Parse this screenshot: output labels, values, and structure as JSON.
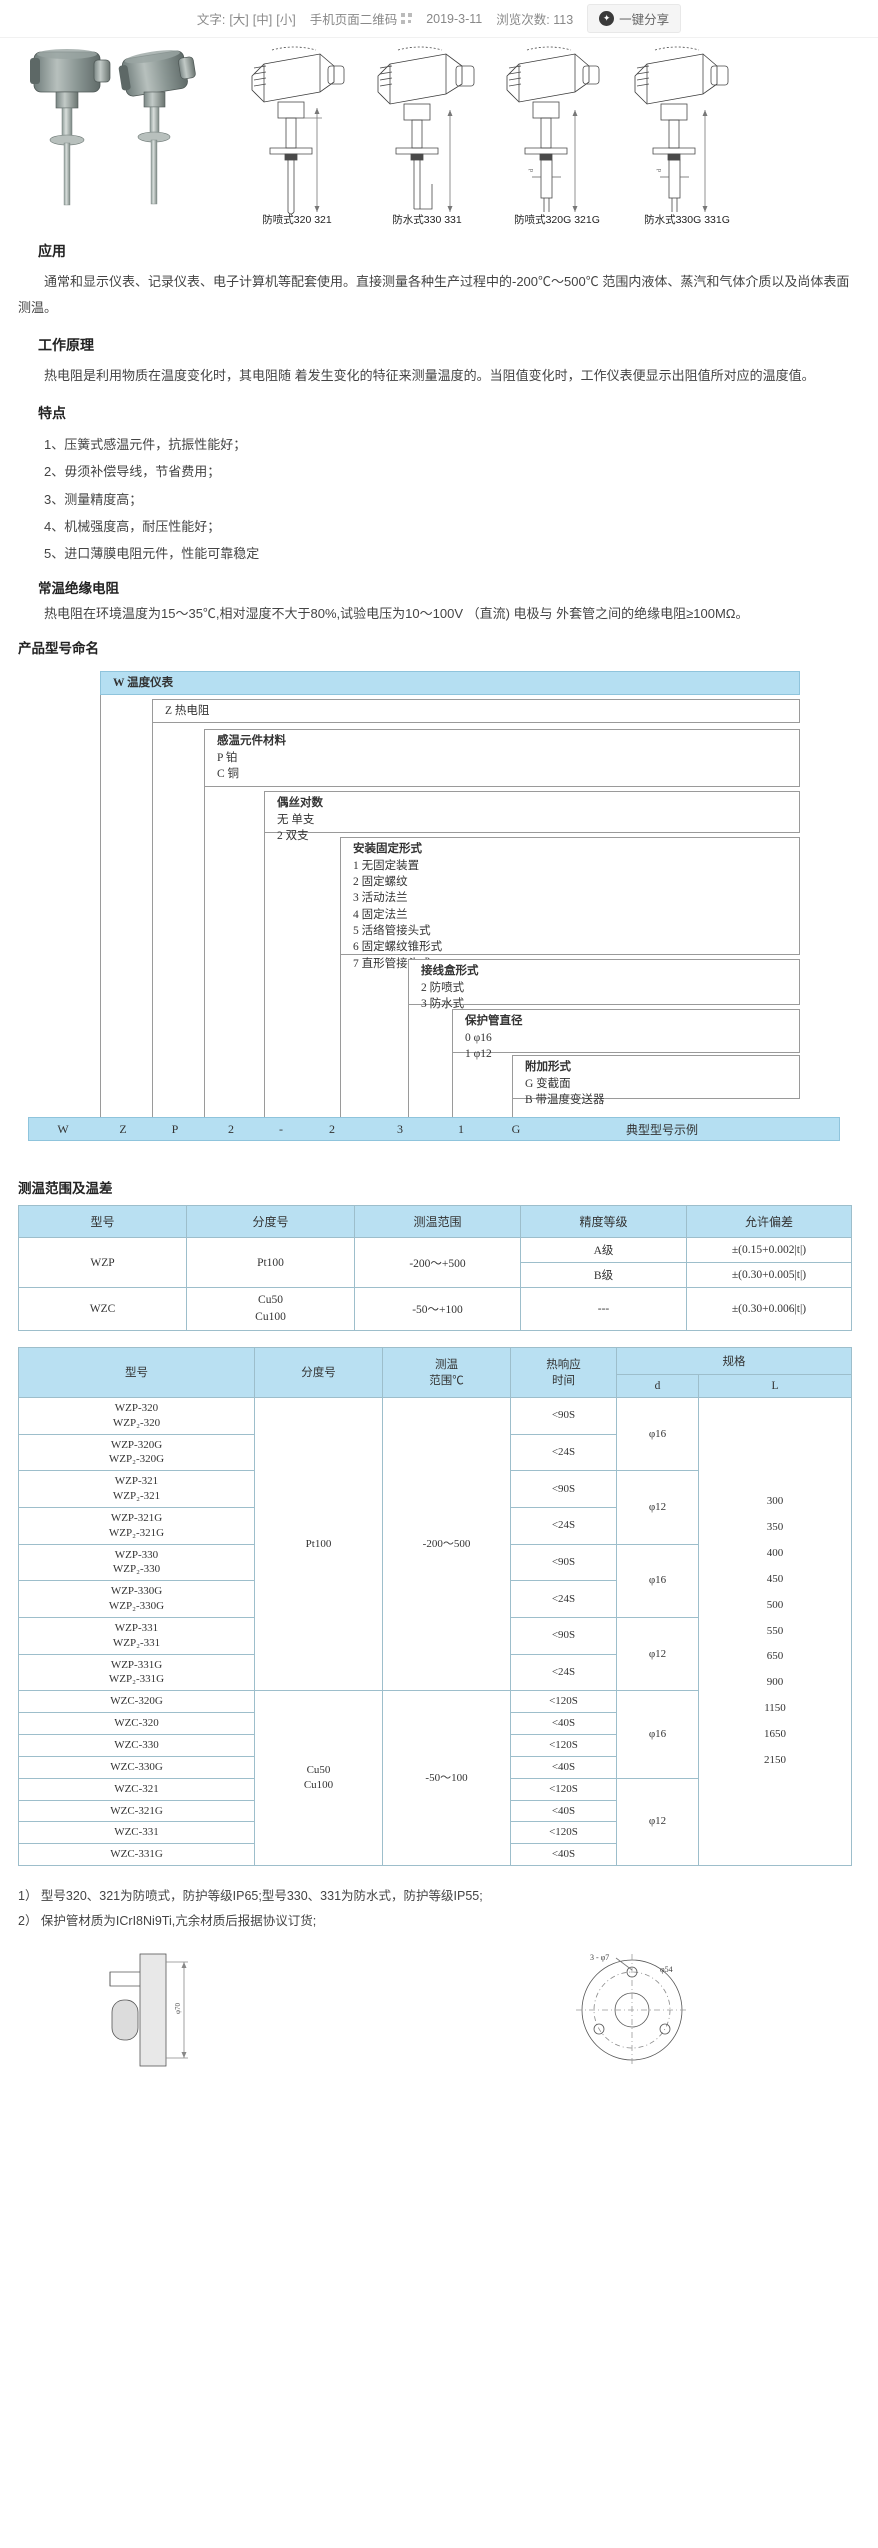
{
  "toolbar": {
    "font_label": "文字:",
    "size_large": "[大]",
    "size_medium": "[中]",
    "size_small": "[小]",
    "qr_label": "手机页面二维码",
    "date": "2019-3-11",
    "views_label": "浏览次数: 113",
    "share_label": "一键分享",
    "share_badge": "✦"
  },
  "images": {
    "captions": [
      "防喷式320 321",
      "防水式330 331",
      "防喷式320G 321G",
      "防水式330G 331G"
    ]
  },
  "sections": {
    "application_title": "应用",
    "application_text": "通常和显示仪表、记录仪表、电子计算机等配套使用。直接测量各种生产过程中的-200℃～500℃ 范围内液体、蒸汽和气体介质以及尚体表面测温。",
    "principle_title": "工作原理",
    "principle_text": "热电阻是利用物质在温度变化时，其电阻随 着发生变化的特征来测量温度的。当阻值变化时，工作仪表便显示出阻值所对应的温度值。",
    "features_title": "特点",
    "features": [
      "1、压簧式感温元件，抗振性能好；",
      "2、毋须补偿导线，节省费用；",
      "3、测量精度高；",
      "4、机械强度高，耐压性能好；",
      "5、进口薄膜电阻元件，性能可靠稳定"
    ],
    "insulation_title": "常温绝缘电阻",
    "insulation_text": "热电阻在环境温度为15～35℃,相对湿度不大于80%,试验电压为10～100V （直流) 电极与 外套管之间的绝缘电阻≥100MΩ。",
    "naming_title": "产品型号命名",
    "range_title": "测温范围及温差"
  },
  "naming": {
    "boxes": [
      {
        "title": "W  温度仪表",
        "lines": []
      },
      {
        "title": "Z  热电阻",
        "lines": []
      },
      {
        "title": "感温元件材料",
        "lines": [
          "P 铂",
          "C 铜"
        ]
      },
      {
        "title": "偶丝对数",
        "lines": [
          "无 单支",
          "2 双支"
        ]
      },
      {
        "title": "安装固定形式",
        "lines": [
          "1 无固定装置",
          "2 固定螺纹",
          "3 活动法兰",
          "4 固定法兰",
          "5 活络管接头式",
          "6 固定螺纹锥形式",
          "7 直形管接头式"
        ]
      },
      {
        "title": "接线盒形式",
        "lines": [
          "2 防喷式",
          "3 防水式"
        ]
      },
      {
        "title": "保护管直径",
        "lines": [
          "0  φ16",
          "1  φ12"
        ]
      },
      {
        "title": "附加形式",
        "lines": [
          "G 变截面",
          "B  带温度变送器"
        ]
      }
    ],
    "example_cells": [
      "W",
      "Z",
      "P",
      "2",
      "-",
      "2",
      "3",
      "1",
      "G",
      "典型型号示例"
    ]
  },
  "range_table": {
    "headers": [
      "型号",
      "分度号",
      "测温范围",
      "精度等级",
      "允许偏差"
    ],
    "rows": [
      {
        "model": "WZP",
        "grad": "Pt100",
        "range": "-200～+500",
        "grades": [
          {
            "level": "A级",
            "tol": "±(0.15+0.002|t|)"
          },
          {
            "level": "B级",
            "tol": "±(0.30+0.005|t|)"
          }
        ]
      },
      {
        "model": "WZC",
        "grad": "Cu50\nCu100",
        "range": "-50～+100",
        "grades": [
          {
            "level": "---",
            "tol": "±(0.30+0.006|t|)"
          }
        ]
      }
    ]
  },
  "detail_table": {
    "headers": {
      "model": "型号",
      "grad": "分度号",
      "range": "测温\n范围℃",
      "response": "热响应\n时间",
      "spec": "规格",
      "d": "d",
      "l": "L"
    },
    "groups": [
      {
        "grad": "Pt100",
        "range": "-200～500",
        "rows": [
          {
            "model": [
              "WZP-320",
              "WZP₂-320"
            ],
            "resp": "<90S",
            "d": "φ16"
          },
          {
            "model": [
              "WZP-320G",
              "WZP₂-320G"
            ],
            "resp": "<24S",
            "d": ""
          },
          {
            "model": [
              "WZP-321",
              "WZP₂-321"
            ],
            "resp": "<90S",
            "d": "φ12"
          },
          {
            "model": [
              "WZP-321G",
              "WZP₂-321G"
            ],
            "resp": "<24S",
            "d": ""
          },
          {
            "model": [
              "WZP-330",
              "WZP₂-330"
            ],
            "resp": "<90S",
            "d": "φ16"
          },
          {
            "model": [
              "WZP-330G",
              "WZP₂-330G"
            ],
            "resp": "<24S",
            "d": ""
          },
          {
            "model": [
              "WZP-331",
              "WZP₂-331"
            ],
            "resp": "<90S",
            "d": "φ12"
          },
          {
            "model": [
              "WZP-331G",
              "WZP₂-331G"
            ],
            "resp": "<24S",
            "d": ""
          }
        ]
      },
      {
        "grad": "Cu50\nCu100",
        "range": "-50～100",
        "rows": [
          {
            "model": [
              "WZC-320G"
            ],
            "resp": "<120S",
            "d": "φ16"
          },
          {
            "model": [
              "WZC-320"
            ],
            "resp": "<40S",
            "d": ""
          },
          {
            "model": [
              "WZC-330"
            ],
            "resp": "<120S",
            "d": ""
          },
          {
            "model": [
              "WZC-330G"
            ],
            "resp": "<40S",
            "d": ""
          },
          {
            "model": [
              "WZC-321"
            ],
            "resp": "<120S",
            "d": "φ12"
          },
          {
            "model": [
              "WZC-321G"
            ],
            "resp": "<40S",
            "d": ""
          },
          {
            "model": [
              "WZC-331"
            ],
            "resp": "<120S",
            "d": ""
          },
          {
            "model": [
              "WZC-331G"
            ],
            "resp": "<40S",
            "d": ""
          }
        ]
      }
    ],
    "lengths": [
      "300",
      "350",
      "400",
      "450",
      "500",
      "550",
      "650",
      "900",
      "1150",
      "1650",
      "2150"
    ]
  },
  "notes": [
    "1） 型号320、321为防喷式，防护等级IP65;型号330、331为防水式，防护等级IP55;",
    "2） 保护管材质为ICrI8Ni9Ti,亢余材质后报据协议订货;"
  ],
  "drawing_labels": {
    "flange_d": "φ70",
    "hole_label": "3 - φ7",
    "circle_label": "φ54"
  },
  "colors": {
    "header_blue": "#b9e0f2",
    "border_blue": "#9dbecb",
    "text": "#333333"
  }
}
